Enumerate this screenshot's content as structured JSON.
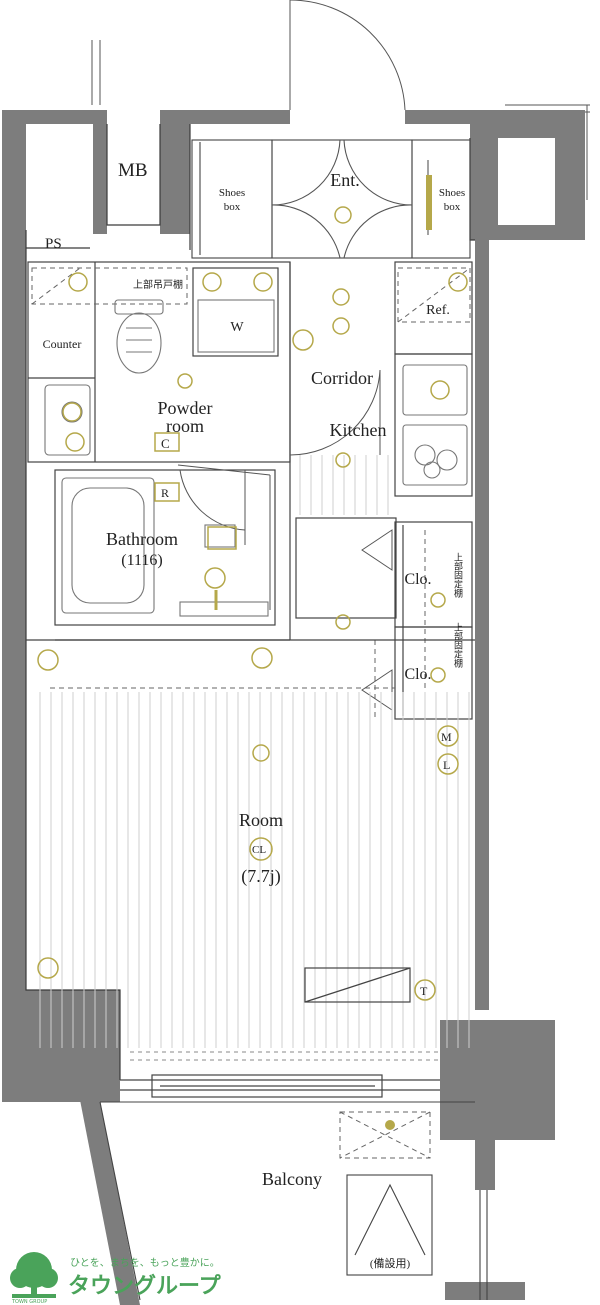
{
  "rooms": {
    "mb": "MB",
    "ps": "PS",
    "shoes_box_left": [
      "Shoes",
      "box"
    ],
    "entrance": "Ent.",
    "shoes_box_right": [
      "Shoes",
      "box"
    ],
    "counter": "Counter",
    "washer": "W",
    "refrigerator": "Ref.",
    "corridor": "Corridor",
    "powder_room": [
      "Powder",
      "room"
    ],
    "kitchen": "Kitchen",
    "bathroom": [
      "Bathroom",
      "(1116)"
    ],
    "closet_1": "Clo.",
    "closet_2": "Clo.",
    "room": "Room",
    "room_size": "(7.7j)",
    "balcony": "Balcony",
    "balcony_hatch": "(備設用)",
    "shelf_text": "上部吊戸棚",
    "closet_shelf_text": "上部固定棚"
  },
  "symbols": {
    "ceiling_light": "CL",
    "intercom": "C",
    "remote": "R",
    "meter_m": "M",
    "meter_l": "L",
    "tv_outlet": "T"
  },
  "logo": {
    "tagline": "ひとを、まちを、もっと豊かに。",
    "brand": "タウングループ",
    "sub": "TOWN GROUP"
  },
  "colors": {
    "wall": "#7d7d7d",
    "wall_dark": "#6f6f6f",
    "line": "#444444",
    "fixture": "#8a8a8a",
    "symbol": "#b5a84a",
    "logo_green": "#4aa35a"
  }
}
